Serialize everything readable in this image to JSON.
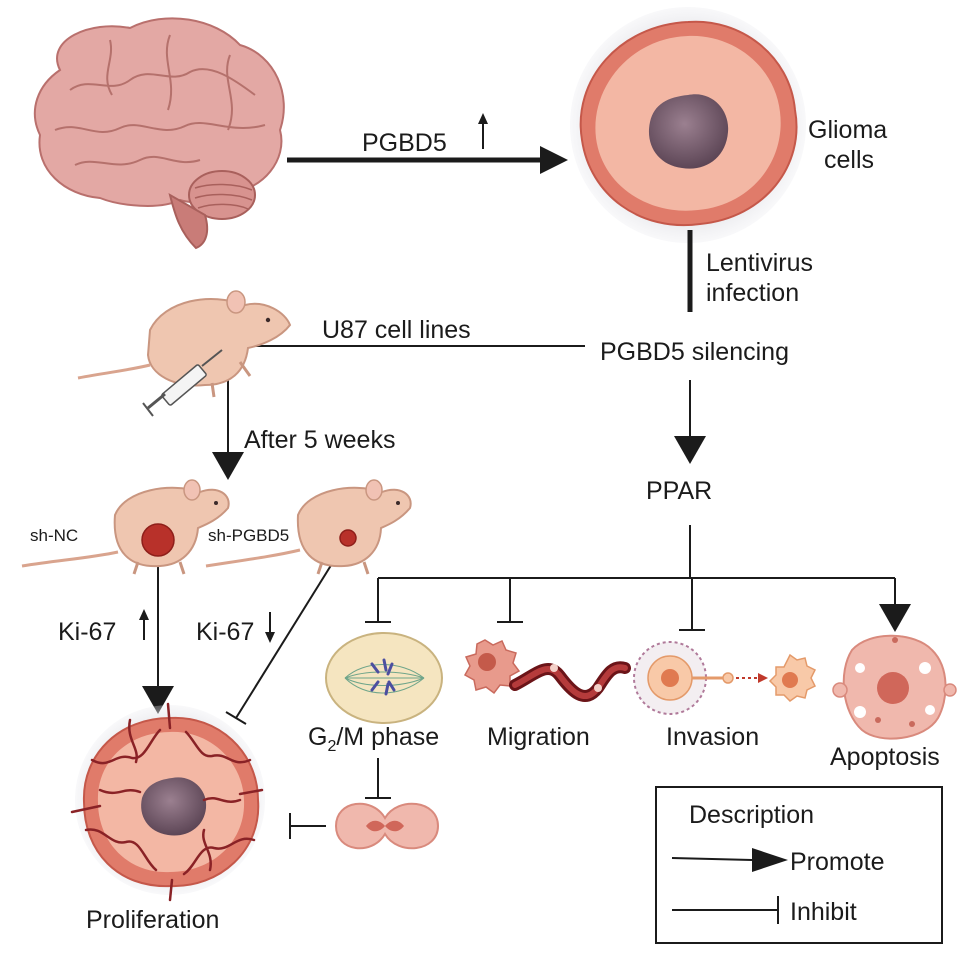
{
  "labels": {
    "pgbd5": "PGBD5",
    "glioma": [
      "Glioma",
      "cells"
    ],
    "lentivirus": [
      "Lentivirus",
      "infection"
    ],
    "u87": "U87 cell lines",
    "silencing": "PGBD5 silencing",
    "after_weeks": "After 5 weeks",
    "ppar": "PPAR",
    "sh_nc": "sh-NC",
    "sh_pgbd5": "sh-PGBD5",
    "ki67_up": "Ki-67",
    "ki67_down": "Ki-67",
    "g2m": {
      "g": "G",
      "sub": "2",
      "rest": "/M phase"
    },
    "migration": "Migration",
    "invasion": "Invasion",
    "apoptosis": "Apoptosis",
    "proliferation": "Proliferation"
  },
  "legend": {
    "title": "Description",
    "promote": "Promote",
    "inhibit": "Inhibit"
  },
  "colors": {
    "ink": "#1b1b1b",
    "brain": "#e3a8a4",
    "tumor_outer": "#e07b6a",
    "tumor_inner": "#f3b7a4",
    "nucleus": "#7a5f6f",
    "mouse": "#efc6b0",
    "vessel": "#8a2226"
  }
}
